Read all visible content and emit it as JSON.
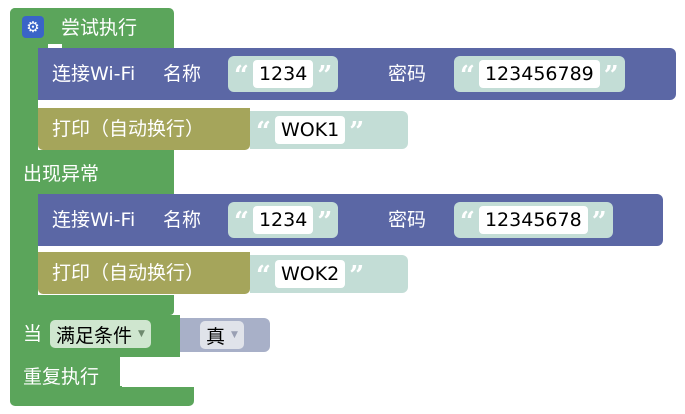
{
  "try_block": {
    "gear_icon": "gear-icon",
    "title": "尝试执行",
    "except_label": "出现异常"
  },
  "wifi_blocks": [
    {
      "label": "连接Wi-Fi",
      "name_label": "名称",
      "ssid": "1234",
      "password_label": "密码",
      "password": "123456789"
    },
    {
      "label": "连接Wi-Fi",
      "name_label": "名称",
      "ssid": "1234",
      "password_label": "密码",
      "password": "12345678"
    }
  ],
  "print_blocks": [
    {
      "label": "打印（自动换行）",
      "value": "WOK1"
    },
    {
      "label": "打印（自动换行）",
      "value": "WOK2"
    }
  ],
  "while_block": {
    "label": "当",
    "mode_value": "满足条件",
    "condition_value": "真",
    "do_label": "重复执行"
  },
  "quote_left": "“",
  "quote_right": "”",
  "colors": {
    "control_green": "#5ba55b",
    "network_blue": "#5b67a5",
    "print_olive": "#a5a55b",
    "text_teal": "#c3ddd6"
  }
}
